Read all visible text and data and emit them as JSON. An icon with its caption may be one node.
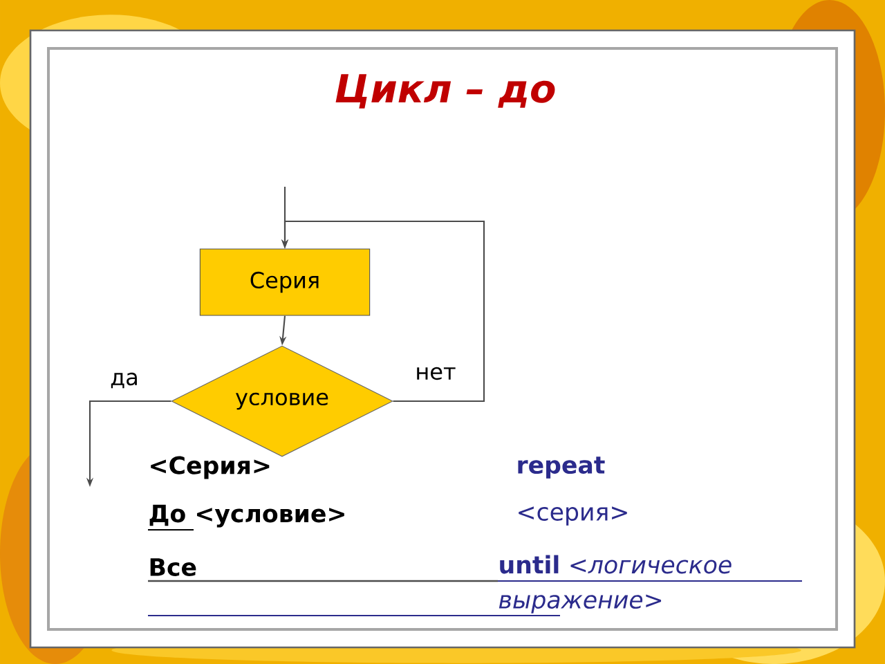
{
  "diagram": {
    "title": "Цикл – до",
    "nodes": [
      {
        "text": [
          "Серия"
        ]
      },
      {
        "text": [
          "условие"
        ]
      }
    ],
    "edges": [
      {
        "from": null,
        "to": 0,
        "arrow": "to"
      },
      {
        "from": 0,
        "to": 1,
        "arrow": "to"
      },
      {
        "from": 1,
        "to": 0,
        "arrow": "to",
        "label": "нет"
      },
      {
        "from": 1,
        "to": null,
        "arrow": "to",
        "label": "да"
      }
    ],
    "labels": [
      "<Серия>",
      "До <условие>",
      "Все",
      "repeat",
      "<серия>",
      "**until** *<логическое выражение>*"
    ]
  }
}
